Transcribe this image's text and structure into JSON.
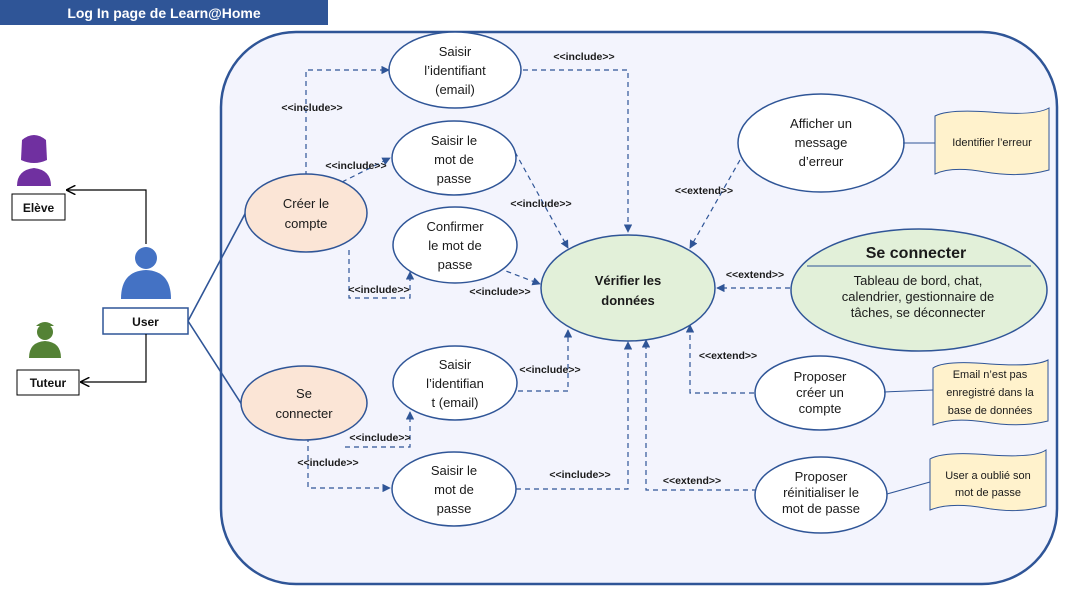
{
  "header": {
    "title": "Log In page de Learn@Home"
  },
  "colors": {
    "title_bg": "#2f5597",
    "boundary": "#2f5597",
    "line": "#2f5597",
    "peach": "#fbe5d6",
    "green": "#e2f0d9",
    "note": "#fff2cc",
    "purple": "#7030a0",
    "actor_blue": "#4472c4",
    "actor_green": "#548235"
  },
  "actors": {
    "user": "User",
    "eleve": "Elève",
    "tuteur": "Tuteur"
  },
  "use_cases": {
    "creer_compte": [
      "Créer le",
      "compte"
    ],
    "se_connecter_left": [
      "Se",
      "connecter"
    ],
    "saisir_id_top": [
      "Saisir",
      "l’identifiant",
      "(email)"
    ],
    "saisir_mdp_top": [
      "Saisir le",
      "mot de",
      "passe"
    ],
    "confirmer_mdp": [
      "Confirmer",
      "le mot de",
      "passe"
    ],
    "saisir_id_bottom": [
      "Saisir",
      "l’identifian",
      "t (email)"
    ],
    "saisir_mdp_bottom": [
      "Saisir le",
      "mot de",
      "passe"
    ],
    "verifier": [
      "Vérifier les",
      "données"
    ],
    "afficher_erreur": [
      "Afficher un",
      "message",
      "d’erreur"
    ],
    "se_connecter_main": {
      "title": "Se connecter",
      "details": [
        "Tableau de bord, chat,",
        "calendrier, gestionnaire de",
        "tâches, se déconnecter"
      ]
    },
    "proposer_creer": [
      "Proposer",
      "créer un",
      "compte"
    ],
    "proposer_reinit": [
      "Proposer",
      "réinitialiser le",
      "mot de passe"
    ]
  },
  "notes": {
    "erreur": [
      "Identifier l’erreur"
    ],
    "email": [
      "Email n’est pas",
      "enregistré dans la",
      "base de données"
    ],
    "oublie": [
      "User a oublié son",
      "mot de passe"
    ]
  },
  "relations": {
    "include": "<<include>>",
    "extend": "<<extend>>"
  }
}
